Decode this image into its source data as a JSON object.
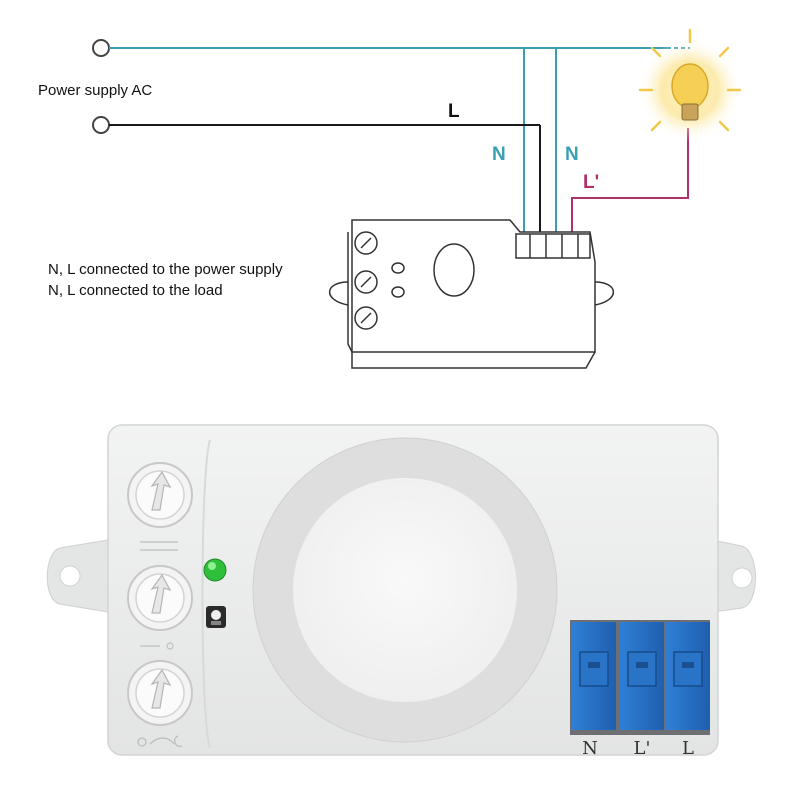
{
  "diagram": {
    "power_supply_label": "Power supply AC",
    "wire_labels": {
      "l": "L",
      "n1": "N",
      "n2": "N",
      "l_prime": "L'"
    },
    "notes": [
      "N, L connected to the power supply",
      "N, L connected to the load"
    ],
    "colors": {
      "neutral": "#3a9fb5",
      "line": "#1a1a1a",
      "load": "#b0306a",
      "lamp_glow": "#f6cf55"
    }
  },
  "photo": {
    "terminal_labels": [
      "N",
      "L'",
      "L"
    ],
    "colors": {
      "led": "#2fbf3a",
      "terminal_block": "#2a74c8",
      "body": "#ebecec"
    },
    "icons": [
      "adjust-knob-icon",
      "adjust-knob-icon",
      "adjust-knob-icon",
      "light-sensor-icon",
      "sun-moon-icon"
    ]
  }
}
